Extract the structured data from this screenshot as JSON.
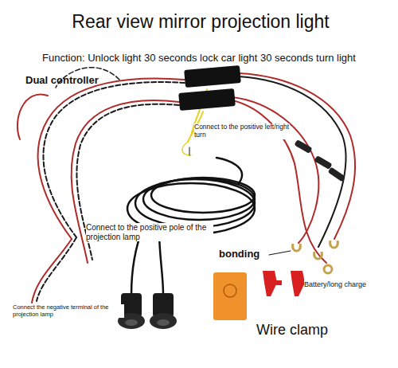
{
  "diagram": {
    "title": "Rear view mirror projection light",
    "labels": [
      "Function: Unlock light 30 seconds lock car light 30 seconds turn light",
      "Dual controller",
      "Connect to the positive left/right turn",
      "Connect to the positive pole of the projection lamp",
      "bonding",
      "Connect the negative terminal of the projection lamp",
      "Battery/long charge",
      "Wire clamp"
    ]
  }
}
